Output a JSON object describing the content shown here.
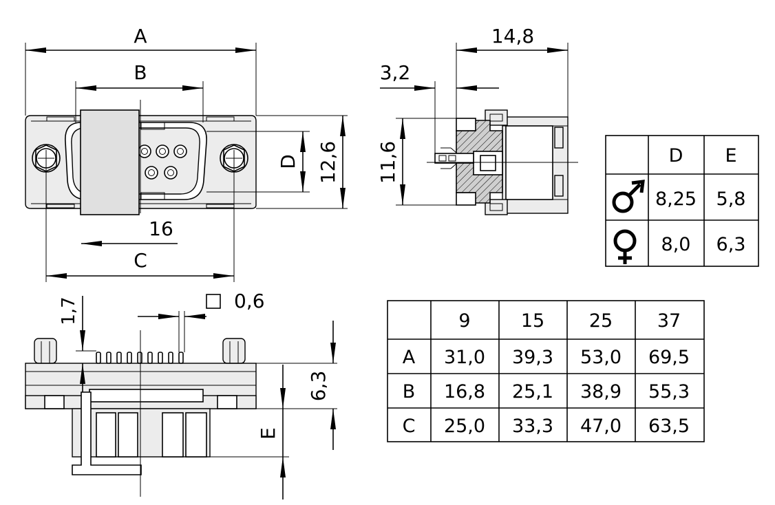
{
  "front_view": {
    "dim_a": "A",
    "dim_b": "B",
    "dim_c": "C",
    "dim_d": "D",
    "dim_16": "16",
    "dim_12_6": "12,6"
  },
  "side_view": {
    "dim_14_8": "14,8",
    "dim_3_2": "3,2",
    "dim_11_6": "11,6"
  },
  "bottom_view": {
    "dim_1_7": "1,7",
    "dim_0_6": "0,6",
    "dim_6_3": "6,3",
    "dim_e": "E"
  },
  "gender_table": {
    "headers": [
      "D",
      "E"
    ],
    "rows": [
      {
        "symbol": "male-symbol",
        "values": [
          "8,25",
          "5,8"
        ]
      },
      {
        "symbol": "female-symbol",
        "values": [
          "8,0",
          "6,3"
        ]
      }
    ]
  },
  "size_table": {
    "headers": [
      "9",
      "15",
      "25",
      "37"
    ],
    "rows": [
      {
        "label": "A",
        "values": [
          "31,0",
          "39,3",
          "53,0",
          "69,5"
        ]
      },
      {
        "label": "B",
        "values": [
          "16,8",
          "25,1",
          "38,9",
          "55,3"
        ]
      },
      {
        "label": "C",
        "values": [
          "25,0",
          "33,3",
          "47,0",
          "63,5"
        ]
      }
    ]
  }
}
